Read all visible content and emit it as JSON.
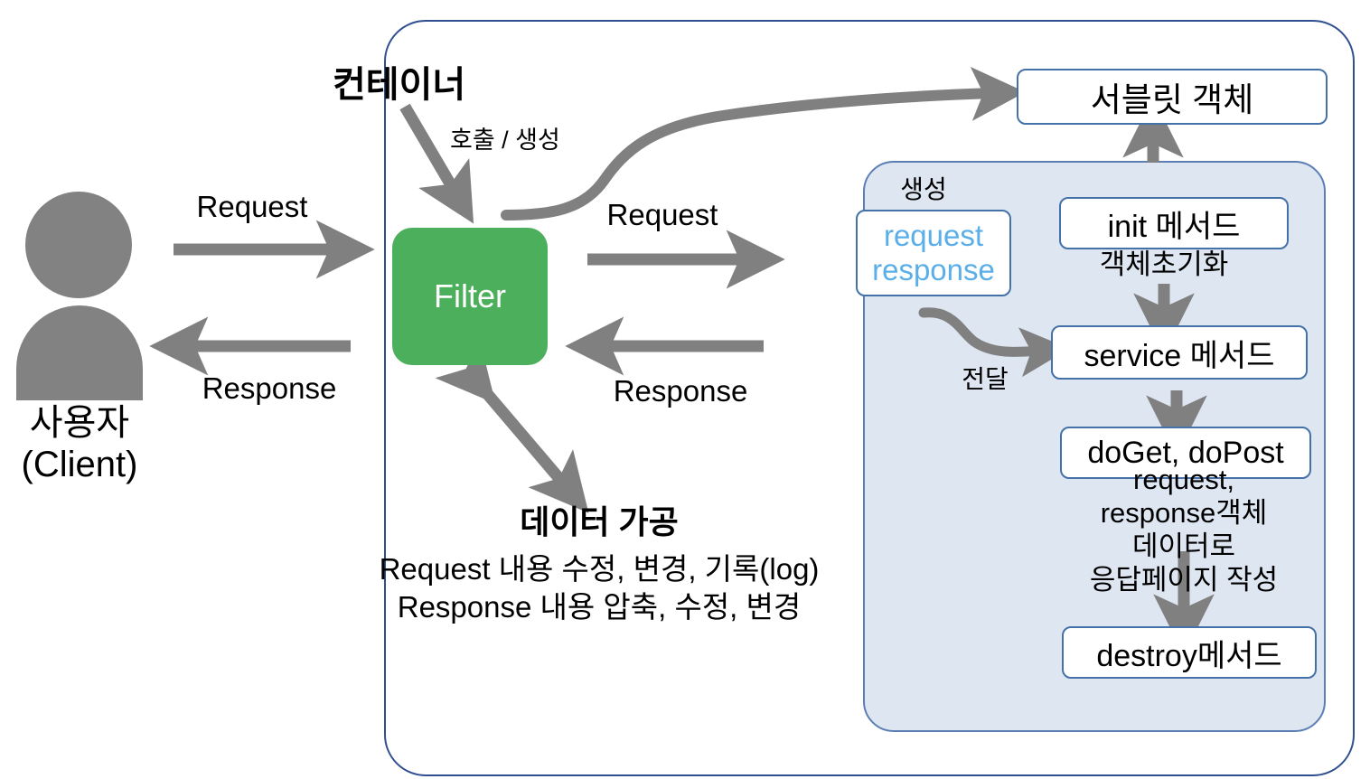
{
  "diagram": {
    "title": "Servlet Container / Filter lifecycle diagram",
    "colors": {
      "container_border": "#2f4f8f",
      "servlet_panel_fill": "#dee6f2",
      "servlet_panel_border": "#5b7fb5",
      "node_border": "#4472a8",
      "filter_fill": "#4caf5c",
      "arrow_gray": "#808080",
      "reqres_text": "#5aafe8",
      "person_gray": "#828282",
      "background": "#ffffff"
    }
  },
  "client": {
    "label_line1": "사용자",
    "label_line2": "(Client)",
    "avatar_icon": "person-icon"
  },
  "client_arrows": {
    "request_label": "Request",
    "response_label": "Response"
  },
  "container": {
    "title": "컨테이너",
    "call_create_label": "호출 / 생성",
    "filter_label": "Filter",
    "inner_request_label": "Request",
    "inner_response_label": "Response"
  },
  "data_processing": {
    "heading": "데이터 가공",
    "line1": "Request 내용 수정, 변경, 기록(log)",
    "line2": "Response 내용 압축, 수정, 변경"
  },
  "servlet": {
    "object_box": "서블릿 객체",
    "panel": {
      "create_label": "생성",
      "reqres_box_line1": "request",
      "reqres_box_line2": "response",
      "deliver_label": "전달",
      "methods": [
        {
          "name": "init 메서드",
          "note": "객체초기화"
        },
        {
          "name": "service 메서드",
          "note": ""
        },
        {
          "name": "doGet, doPost",
          "note_lines": [
            "request,",
            "response객체",
            "데이터로",
            "응답페이지 작성"
          ]
        },
        {
          "name": "destroy메서드",
          "note": ""
        }
      ]
    }
  }
}
